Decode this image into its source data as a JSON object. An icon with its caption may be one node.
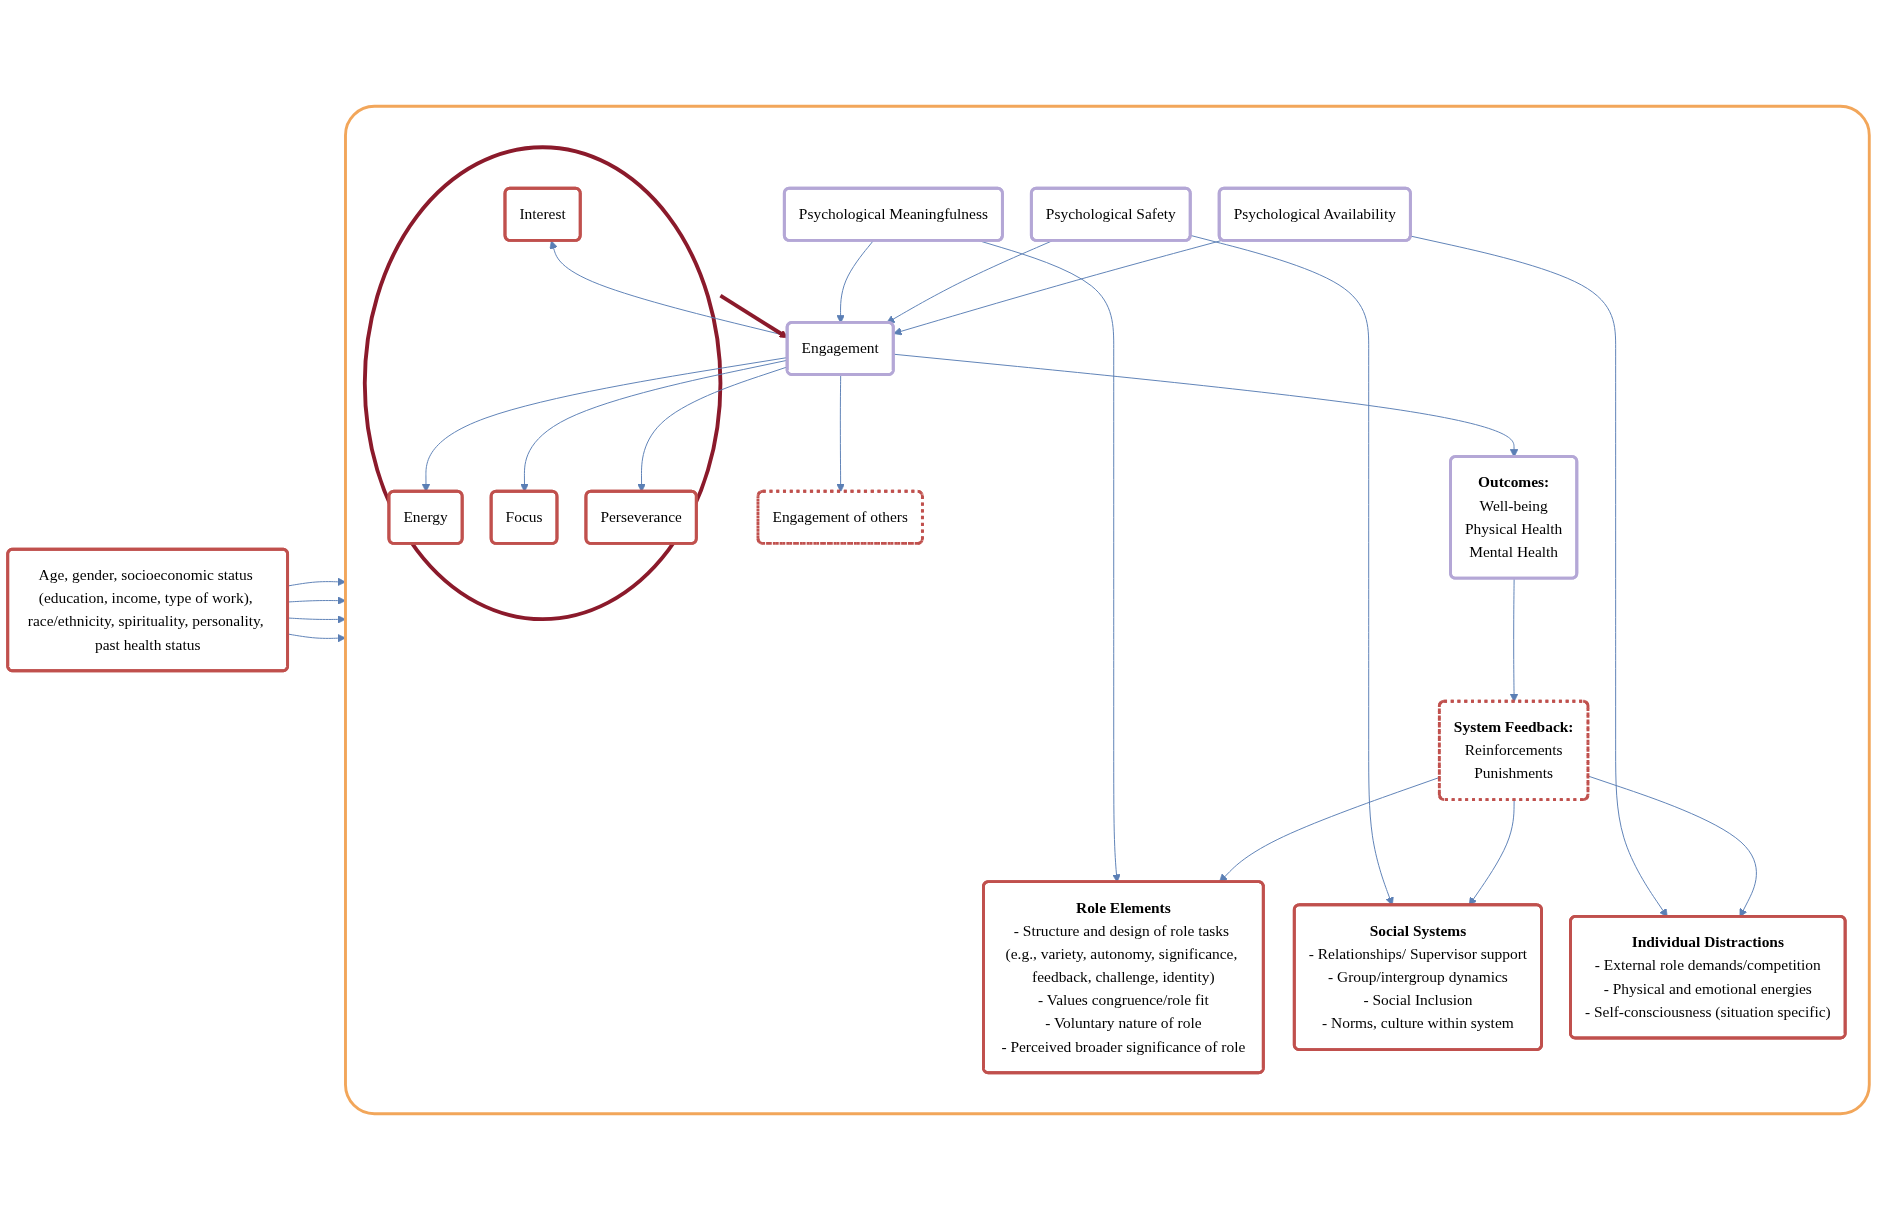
{
  "diagram": {
    "nodes": [
      {
        "text": [
          "Age, gender, socioeconomic status (education, income, type of work), race/ethnicity, spirituality, personality, past health status"
        ]
      },
      {
        "text": [],
        "shape": "box"
      },
      {
        "text": [
          "Role Elements",
          "- Structure and design of role tasks (e.g., variety, autonomy, significance, feedback, challenge, identity)",
          "- Values congruence/role fit",
          "- Voluntary nature of role",
          "- Perceived broader significance of role"
        ],
        "in": 1
      },
      {
        "text": [
          "Social Systems",
          "- Relationships/ Supervisor support",
          "- Group/intergroup dynamics",
          "- Social Inclusion",
          "- Norms, culture within system"
        ],
        "in": 1
      },
      {
        "text": [
          "Individual Distractions",
          "- External role demands/competition",
          "- Physical and emotional energies",
          "- Self-consciousness (situation specific)"
        ],
        "in": 1
      },
      {
        "text": [
          "Psychological Meaningfulness"
        ],
        "in": 1
      },
      {
        "text": [
          "Psychological Safety"
        ],
        "in": 1
      },
      {
        "text": [
          "Psychological Availability"
        ],
        "in": 1
      },
      {
        "text": [],
        "shape": "ellipse",
        "in": 1
      },
      {
        "text": [
          "Interest"
        ],
        "in": 8
      },
      {
        "text": [
          "Energy"
        ],
        "in": 8
      },
      {
        "text": [
          "Focus"
        ],
        "in": 8
      },
      {
        "text": [
          "Perseverance"
        ],
        "in": 8
      },
      {
        "text": [
          "Engagement"
        ],
        "in": 1
      },
      {
        "text": [
          "Outcomes:",
          "Well-being",
          "Physical Health",
          "Mental Health"
        ],
        "in": 1
      },
      {
        "text": [
          "Engagement of others"
        ],
        "in": 1
      },
      {
        "text": [
          "System Feedback:",
          "Reinforcements",
          "Punishments"
        ],
        "in": 1
      }
    ],
    "edges": [
      {
        "from": 0,
        "to": 1,
        "arrow": "to"
      },
      {
        "from": 0,
        "to": 1,
        "arrow": "to"
      },
      {
        "from": 0,
        "to": 1,
        "arrow": "to"
      },
      {
        "from": 0,
        "to": 1,
        "arrow": "to"
      },
      {
        "from": 5,
        "to": 2,
        "arrow": "to"
      },
      {
        "from": 6,
        "to": 3,
        "arrow": "to"
      },
      {
        "from": 7,
        "to": 4,
        "arrow": "to"
      },
      {
        "from": 5,
        "to": 13,
        "arrow": "to"
      },
      {
        "from": 6,
        "to": 13,
        "arrow": "to"
      },
      {
        "from": 7,
        "to": 13,
        "arrow": "to"
      },
      {
        "from": 13,
        "to": 9,
        "arrow": "to"
      },
      {
        "from": 13,
        "to": 10,
        "arrow": "to"
      },
      {
        "from": 13,
        "to": 11,
        "arrow": "to"
      },
      {
        "from": 13,
        "to": 12,
        "arrow": "to"
      },
      {
        "from": 8,
        "to": 13,
        "arrow": "to",
        "style": "thick",
        "color": "#8b1a2b"
      },
      {
        "from": 13,
        "to": 14,
        "arrow": "to"
      },
      {
        "from": 13,
        "to": 15,
        "arrow": "to"
      },
      {
        "from": 14,
        "to": 16,
        "arrow": "to"
      },
      {
        "from": 16,
        "to": 2,
        "arrow": "to"
      },
      {
        "from": 16,
        "to": 3,
        "arrow": "to"
      },
      {
        "from": 16,
        "to": 4,
        "arrow": "to"
      }
    ]
  }
}
